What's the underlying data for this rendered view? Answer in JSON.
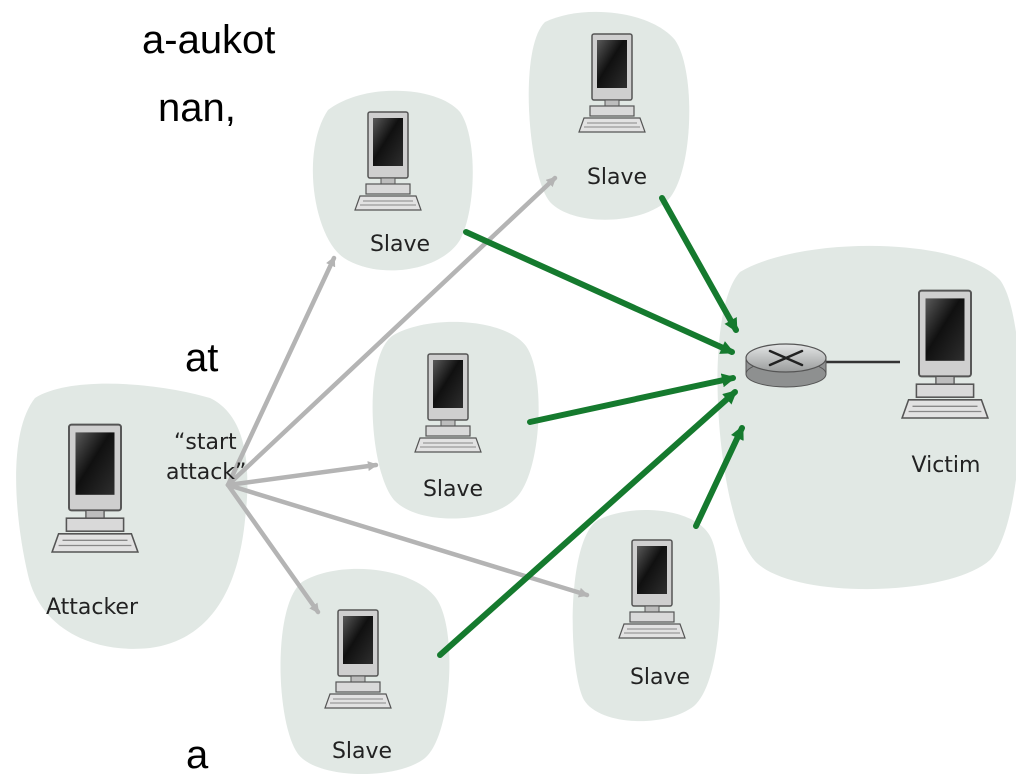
{
  "slide_text": [
    {
      "id": "frag-1",
      "text": "a-aukot"
    },
    {
      "id": "frag-2",
      "text": "nan,"
    },
    {
      "id": "frag-3",
      "text": "at"
    },
    {
      "id": "frag-4",
      "text": "a"
    }
  ],
  "diagram": {
    "nodes": {
      "attacker": "Attacker",
      "victim": "Victim",
      "slave_1": "Slave",
      "slave_2": "Slave",
      "slave_3": "Slave",
      "slave_4": "Slave",
      "slave_5": "Slave"
    },
    "command_line1": "“start",
    "command_line2": "attack”",
    "colors": {
      "blob": "#e1e8e4",
      "command_arrow": "#b4b4b4",
      "attack_arrow": "#157a2e",
      "router": "#c4c6c6"
    }
  }
}
